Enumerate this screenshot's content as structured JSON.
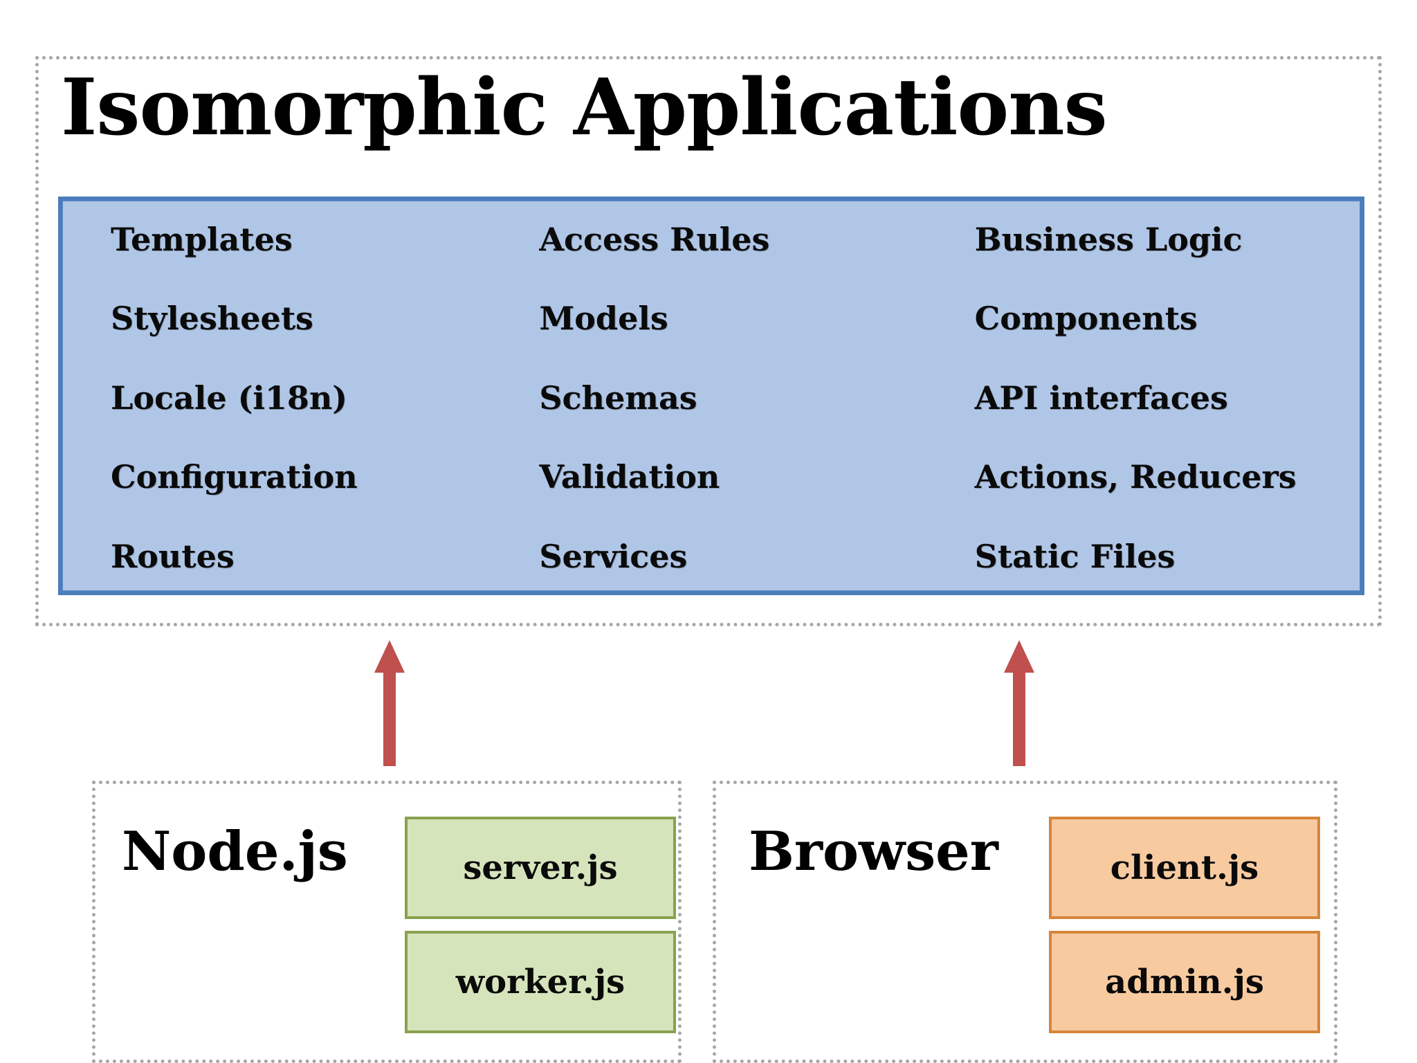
{
  "diagram": {
    "title": "Isomorphic Applications",
    "shared_panel": {
      "name": "shared-code-panel",
      "fill_color": "#b0c6e6",
      "border_color": "#4a7ebb",
      "columns": [
        {
          "name": "column-1",
          "items": [
            "Templates",
            "Stylesheets",
            "Locale (i18n)",
            "Configuration",
            "Routes"
          ]
        },
        {
          "name": "column-2",
          "items": [
            "Access Rules",
            "Models",
            "Schemas",
            "Validation",
            "Services"
          ]
        },
        {
          "name": "column-3",
          "items": [
            "Business Logic",
            "Components",
            "API interfaces",
            "Actions, Reducers",
            "Static Files"
          ]
        }
      ]
    },
    "arrows": {
      "color": "#c0504d",
      "direction": "up",
      "count": 2
    },
    "runtimes": [
      {
        "name": "node",
        "label": "Node.js",
        "accent_fill": "#d6e4bc",
        "accent_border": "#88a24e",
        "files": [
          "server.js",
          "worker.js"
        ]
      },
      {
        "name": "browser",
        "label": "Browser",
        "accent_fill": "#f7caa0",
        "accent_border": "#d6853b",
        "files": [
          "client.js",
          "admin.js"
        ]
      }
    ],
    "outline_color": "#a6a6a6"
  }
}
